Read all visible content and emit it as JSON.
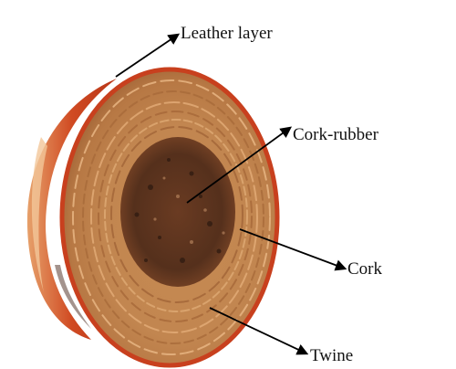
{
  "diagram": {
    "labels": {
      "leather_layer": "Leather layer",
      "cork_rubber": "Cork-rubber",
      "cork": "Cork",
      "twine": "Twine"
    }
  },
  "colors": {
    "background": "#ffffff",
    "leather_red": "#c8401e",
    "twine_tan": "#c9935c",
    "twine_dark": "#a8693a",
    "cork_rubber_core": "#5a3320",
    "arrow": "#000000"
  }
}
